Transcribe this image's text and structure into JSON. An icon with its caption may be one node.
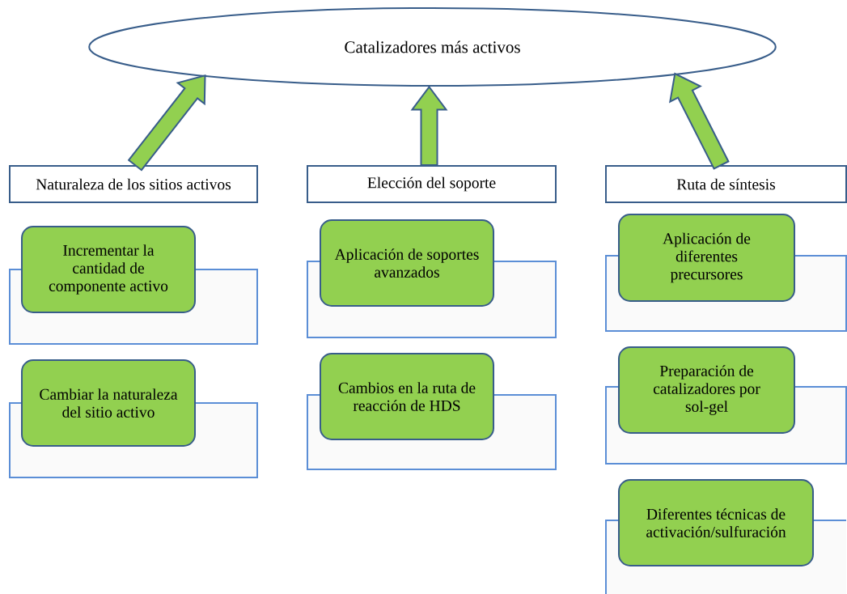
{
  "diagram": {
    "nodes": [
      {
        "text": [
          "Catalizadores más activos"
        ]
      },
      {
        "text": [
          "Naturaleza de los sitios activos"
        ]
      },
      {
        "text": [
          "Elección del soporte"
        ]
      },
      {
        "text": [
          "Ruta de síntesis"
        ]
      },
      {
        "text": [
          "Incrementar la cantidad de componente activo"
        ]
      },
      {
        "text": [
          "Cambiar la naturaleza del sitio activo"
        ]
      },
      {
        "text": [
          "Aplicación de soportes avanzados"
        ]
      },
      {
        "text": [
          "Cambios en la ruta de reacción de HDS"
        ]
      },
      {
        "text": [
          "Aplicación de diferentes precursores"
        ]
      },
      {
        "text": [
          "Preparación de catalizadores por sol-gel"
        ]
      },
      {
        "text": [
          "Diferentes técnicas de activación/sulfuración"
        ]
      }
    ],
    "edges": [
      {
        "from": 1,
        "to": 0,
        "arrow": "to",
        "style": "thick"
      },
      {
        "from": 2,
        "to": 0,
        "arrow": "to",
        "style": "thick"
      },
      {
        "from": 3,
        "to": 0,
        "arrow": "to",
        "style": "thick"
      }
    ]
  }
}
